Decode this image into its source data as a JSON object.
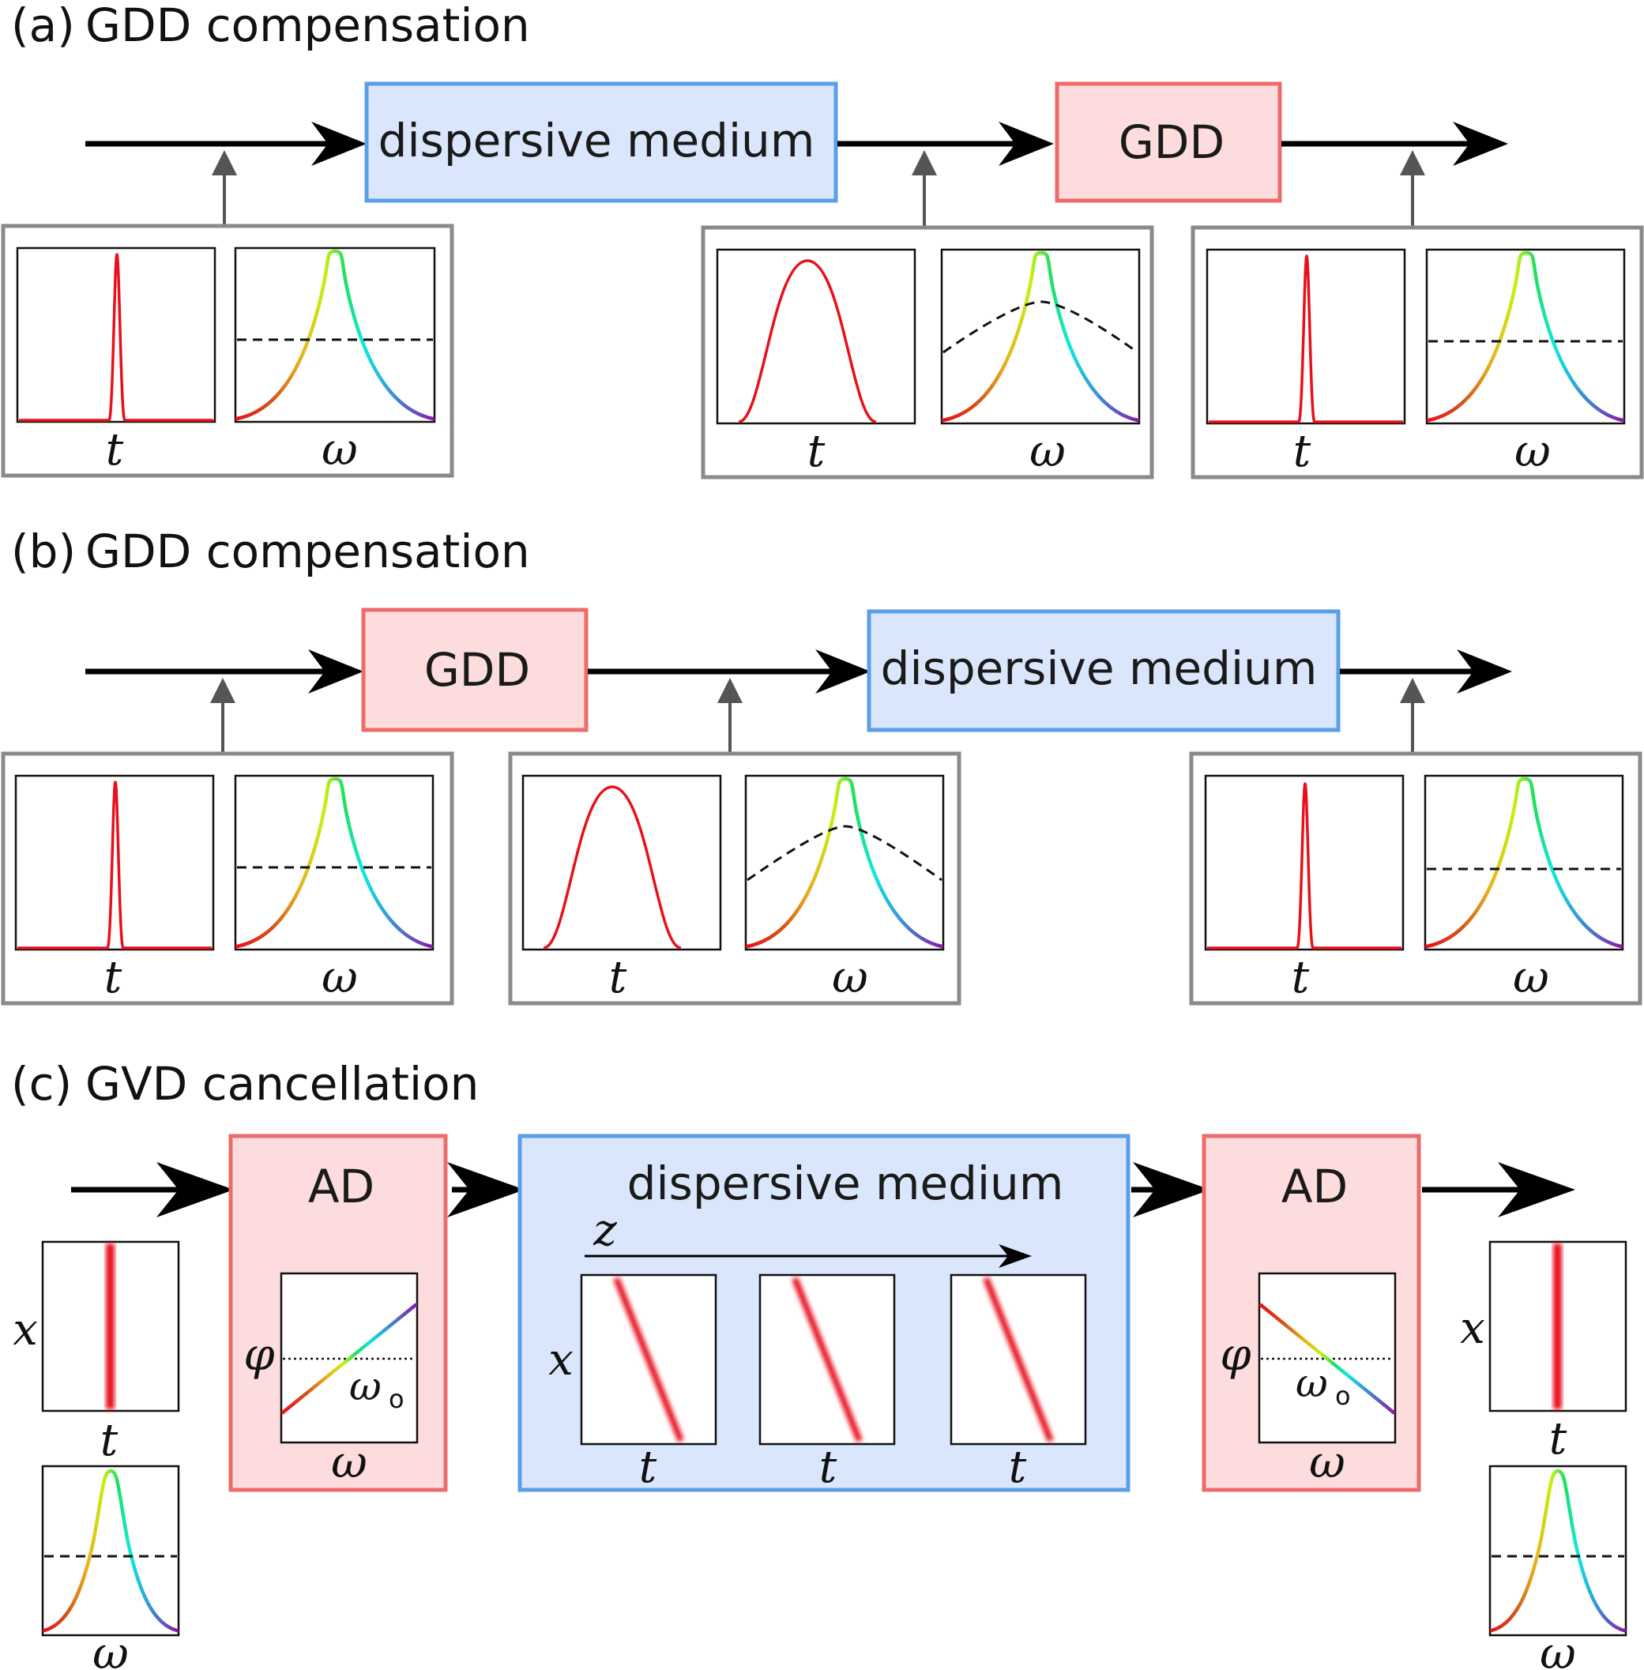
{
  "sections": {
    "a": {
      "tag": "(a)",
      "title": "GDD compensation"
    },
    "b": {
      "tag": "(b)",
      "title": "GDD compensation"
    },
    "c": {
      "tag": "(c)",
      "title": "GVD cancellation"
    }
  },
  "boxes": {
    "dispersive_medium": "dispersive medium",
    "gdd": "GDD",
    "ad": "AD"
  },
  "axis_labels": {
    "time": "t",
    "frequency": "ω",
    "space": "x",
    "propagation": "z",
    "phase": "φ",
    "center_frequency": "ω",
    "center_frequency_subscript": "o"
  },
  "colors": {
    "dispersive_box_fill": "#dae6fc",
    "dispersive_box_border": "#5b9ee8",
    "gdd_box_fill": "#fcdcdc",
    "gdd_box_border": "#ee6b6b",
    "pulse": "#e8101a",
    "inset_frame": "#8a8a8a",
    "probe_arrow": "#555555"
  }
}
